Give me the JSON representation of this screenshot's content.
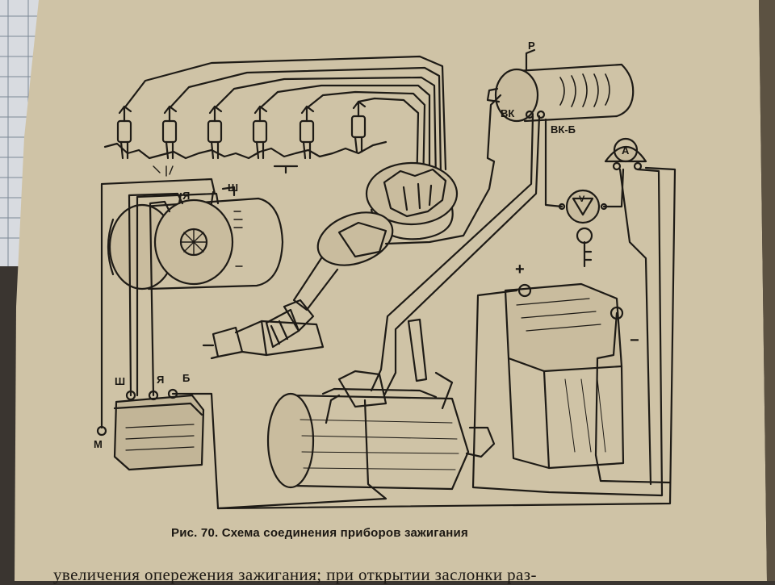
{
  "figure": {
    "caption": "Рис. 70. Схема соединения приборов зажигания",
    "body_text": "увеличения опережения зажигания; при открытии заслонки раз-"
  },
  "labels": {
    "coil_top": "Р",
    "coil_vk": "ВК",
    "coil_vkb": "ВК-Б",
    "ammeter": "А",
    "voltage_sign": "V",
    "gen_ya": "Я",
    "gen_sh": "Ш",
    "relay_sh": "Ш",
    "relay_ya": "Я",
    "relay_b": "Б",
    "relay_m": "М",
    "battery_plus": "+",
    "battery_minus": "−"
  },
  "colors": {
    "paper": "#cfc3a6",
    "ink": "#1e1b16",
    "background": "#3a3530"
  }
}
